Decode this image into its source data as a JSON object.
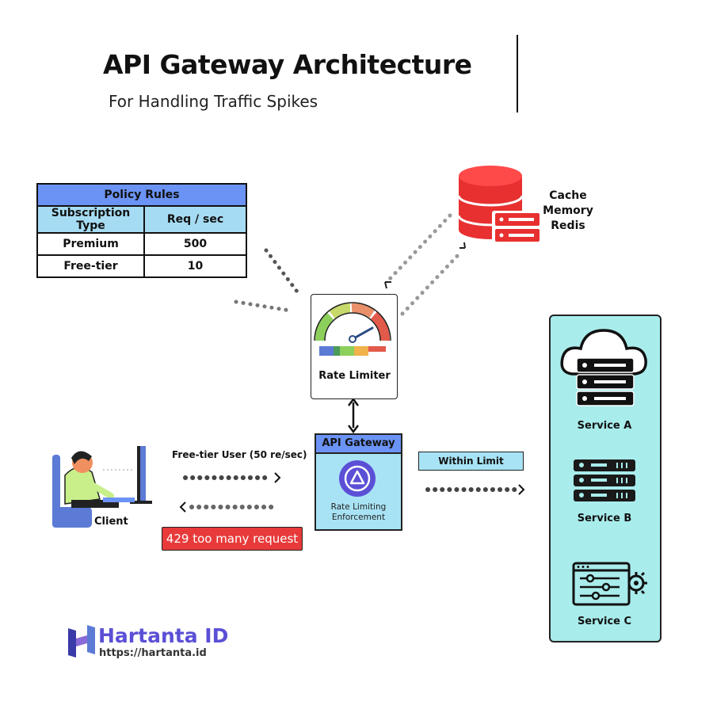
{
  "header": {
    "title": "API Gateway Architecture",
    "subtitle": "For Handling Traffic Spikes"
  },
  "policy_table": {
    "title": "Policy Rules",
    "columns": [
      "Subscription Type",
      "Req / sec"
    ],
    "rows": [
      [
        "Premium",
        "500"
      ],
      [
        "Free-tier",
        "10"
      ]
    ]
  },
  "cache": {
    "line1": "Cache Memory",
    "line2": "Redis"
  },
  "rate_limiter": {
    "label": "Rate Limiter"
  },
  "gateway": {
    "title": "API Gateway",
    "caption_line1": "Rate Limiting",
    "caption_line2": "Enforcement"
  },
  "client": {
    "label": "Client",
    "request_label": "Free-tier  User (50 re/sec)",
    "error_message": "429 too many request"
  },
  "routing": {
    "within_limit_label": "Within Limit"
  },
  "services": [
    {
      "label": "Service A",
      "icon": "cloud-server-icon"
    },
    {
      "label": "Service B",
      "icon": "server-rack-icon"
    },
    {
      "label": "Service C",
      "icon": "settings-window-icon"
    }
  ],
  "brand": {
    "name": "Hartanta ID",
    "url": "https://hartanta.id",
    "logo_letter": "H"
  },
  "colors": {
    "policy_header": "#6b93f5",
    "policy_colhead": "#a6dcf3",
    "gateway_header": "#6b93f5",
    "gateway_body": "#a8e3f5",
    "services_panel": "#a9ecec",
    "cache_red": "#e83030",
    "error_red": "#e83a3a",
    "brand_purple": "#5b4fd6",
    "gateway_icon": "#5b4fd6"
  }
}
